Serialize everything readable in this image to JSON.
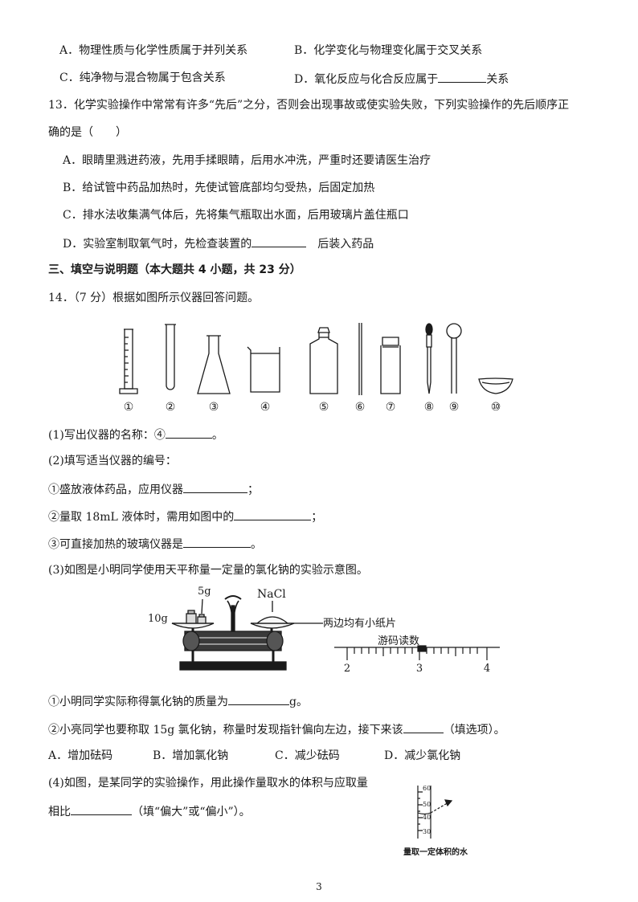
{
  "q12": {
    "optA": "A．物理性质与化学性质属于并列关系",
    "optB": "B．化学变化与物理变化属于交叉关系",
    "optC": "C．纯净物与混合物属于包含关系",
    "optD_pre": "D．氧化反应与化合反应属于",
    "optD_post": "关系"
  },
  "q13": {
    "stem1": "13．化学实验操作中常常有许多“先后”之分，否则会出现事故或使实验失败，下列实验操作的先后顺序正",
    "stem2": "确的是（　　）",
    "optA": "A．眼睛里溅进药液，先用手揉眼睛，后用水冲洗，严重时还要请医生治疗",
    "optB": "B．给试管中药品加热时，先使试管底部均匀受热，后固定加热",
    "optC": "C．排水法收集满气体后，先将集气瓶取出水面，后用玻璃片盖住瓶口",
    "optD_pre": "D．实验室制取氧气时，先检查装置的",
    "optD_post": "后装入药品"
  },
  "section3": "三、填空与说明题（本大题共 4 小题，共 23 分）",
  "q14": {
    "stem": "14．（7 分）根据如图所示仪器回答问题。",
    "labels": [
      "①",
      "②",
      "③",
      "④",
      "⑤",
      "⑥",
      "⑦",
      "⑧",
      "⑨",
      "⑩"
    ],
    "p1_pre": "(1)写出仪器的名称：④",
    "p1_post": "。",
    "p2": "(2)填写适当仪器的编号：",
    "p2a_pre": "①盛放液体药品，应用仪器",
    "p2a_post": "；",
    "p2b_pre": "②量取 18mL 液体时，需用如图中的",
    "p2b_post": "；",
    "p2c_pre": "③可直接加热的玻璃仪器是",
    "p2c_post": "。",
    "p3": "(3)如图是小明同学使用天平称量一定量的氯化钠的实验示意图。",
    "balance": {
      "weight5": "5g",
      "weight10": "10g",
      "nacl": "NaCl",
      "paper_note": "两边均有小纸片",
      "rider_title": "游码读数",
      "ticks": [
        "2",
        "3",
        "4"
      ]
    },
    "p3a_pre": "①小明同学实际称得氯化钠的质量为",
    "p3a_post": "g。",
    "p3b_pre": "②小亮同学也要称取 15g 氯化钠，称量时发现指针偏向左边，接下来该",
    "p3b_post": "（填选项）。",
    "p3_options": [
      "A．增加砝码",
      "B．增加氯化钠",
      "C．减少砝码",
      "D．减少氯化钠"
    ],
    "p4_line1": "(4)如图，是某同学的实验操作，用此操作量取水的体积与应取量",
    "p4_line2_pre": "相比",
    "p4_line2_post": "（填“偏大”或“偏小”）。",
    "cylinder": {
      "marks": [
        "60",
        "50",
        "40",
        "30"
      ],
      "caption": "量取一定体积的水"
    }
  },
  "page_number": "3"
}
